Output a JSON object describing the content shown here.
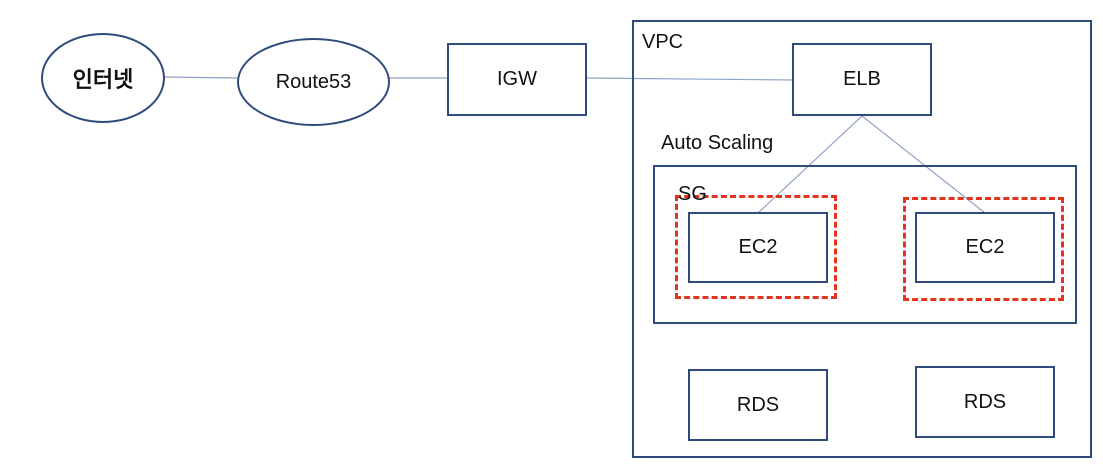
{
  "nodes": {
    "internet": "인터넷",
    "route53": "Route53",
    "igw": "IGW",
    "elb": "ELB",
    "ec2_left": "EC2",
    "ec2_right": "EC2",
    "rds_left": "RDS",
    "rds_right": "RDS"
  },
  "groups": {
    "vpc": "VPC",
    "auto_scaling": "Auto Scaling",
    "sg": "SG"
  },
  "colors": {
    "border": "#2f4b7c",
    "connector": "#8fa3c8",
    "security_group": "#e0341f"
  }
}
